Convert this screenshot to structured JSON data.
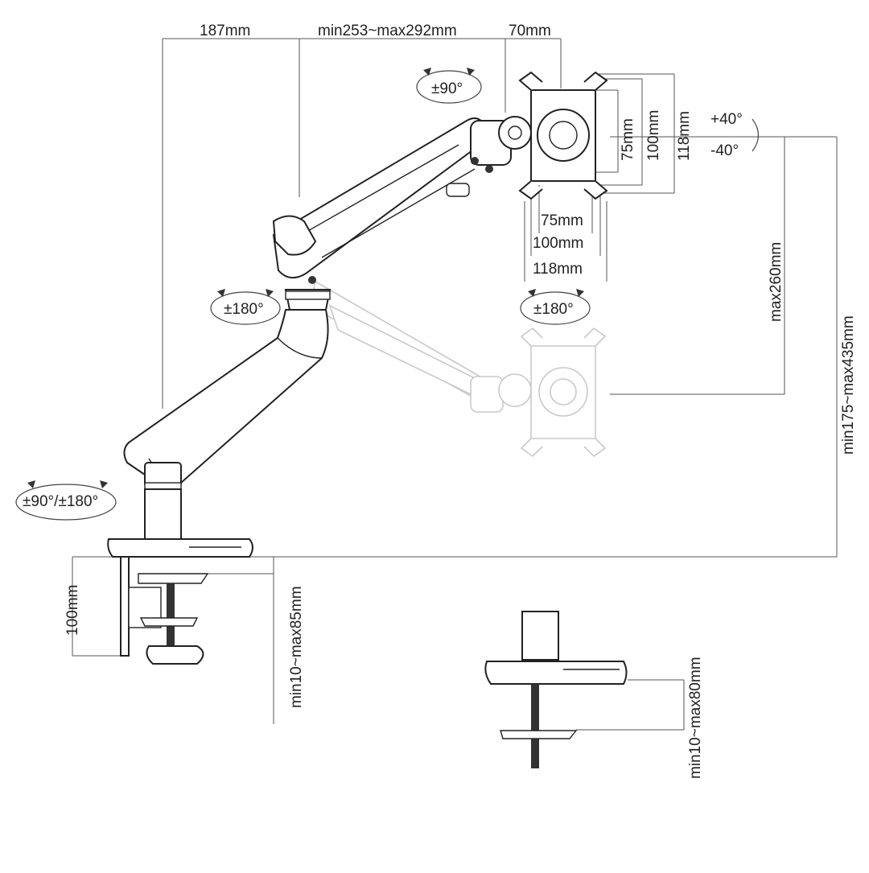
{
  "header_fragment": "...",
  "dims": {
    "base_to_pole": "187mm",
    "arm_reach": "min253~max292mm",
    "head_depth": "70mm",
    "vesa_v_75": "75mm",
    "vesa_v_100": "100mm",
    "vesa_v_118": "118mm",
    "vesa_h_75": "75mm",
    "vesa_h_100": "100mm",
    "vesa_h_118": "118mm",
    "height_range": "max260mm",
    "total_height": "min175~max435mm",
    "clamp_height": "100mm",
    "clamp_thickness": "min10~max85mm",
    "grommet_thickness": "min10~max80mm"
  },
  "angles": {
    "head_rotate": "±90°",
    "tilt_up": "+40°",
    "tilt_down": "-40°",
    "elbow_swivel": "±180°",
    "head_swivel": "±180°",
    "base_swivel": "±90°/±180°"
  },
  "colors": {
    "line": "#222222",
    "ghost": "#c9c9c9",
    "dimension": "#555555"
  }
}
